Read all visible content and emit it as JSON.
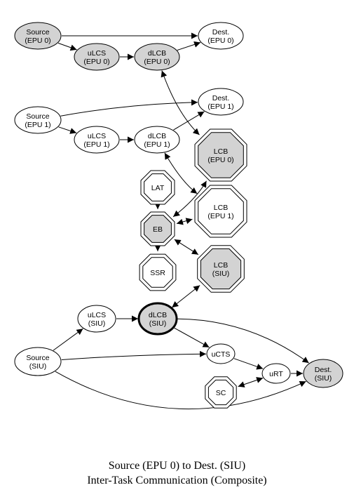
{
  "caption": {
    "line1": "Source (EPU 0) to Dest. (SIU)",
    "line2": "Inter-Task Communication (Composite)"
  },
  "nodes": [
    {
      "id": "src0",
      "lines": [
        "Source",
        "(EPU 0)"
      ],
      "shape": "ellipse",
      "fill": "#d3d3d3",
      "bold": false
    },
    {
      "id": "dst0",
      "lines": [
        "Dest.",
        "(EPU 0)"
      ],
      "shape": "ellipse",
      "fill": "#ffffff",
      "bold": false
    },
    {
      "id": "ulcs0",
      "lines": [
        "uLCS",
        "(EPU 0)"
      ],
      "shape": "ellipse",
      "fill": "#d3d3d3",
      "bold": false
    },
    {
      "id": "dlcb0",
      "lines": [
        "dLCB",
        "(EPU 0)"
      ],
      "shape": "ellipse",
      "fill": "#d3d3d3",
      "bold": false
    },
    {
      "id": "src1",
      "lines": [
        "Source",
        "(EPU 1)"
      ],
      "shape": "ellipse",
      "fill": "#ffffff",
      "bold": false
    },
    {
      "id": "dst1",
      "lines": [
        "Dest.",
        "(EPU 1)"
      ],
      "shape": "ellipse",
      "fill": "#ffffff",
      "bold": false
    },
    {
      "id": "ulcs1",
      "lines": [
        "uLCS",
        "(EPU 1)"
      ],
      "shape": "ellipse",
      "fill": "#ffffff",
      "bold": false
    },
    {
      "id": "dlcb1",
      "lines": [
        "dLCB",
        "(EPU 1)"
      ],
      "shape": "ellipse",
      "fill": "#ffffff",
      "bold": false
    },
    {
      "id": "lcb0",
      "lines": [
        "LCB",
        "(EPU 0)"
      ],
      "shape": "octagon",
      "fill": "#d3d3d3",
      "bold": false
    },
    {
      "id": "lat",
      "lines": [
        "LAT"
      ],
      "shape": "octagon",
      "fill": "#ffffff",
      "bold": false
    },
    {
      "id": "lcb1",
      "lines": [
        "LCB",
        "(EPU 1)"
      ],
      "shape": "octagon",
      "fill": "#ffffff",
      "bold": false
    },
    {
      "id": "eb",
      "lines": [
        "EB"
      ],
      "shape": "octagon",
      "fill": "#d3d3d3",
      "bold": false
    },
    {
      "id": "ssr",
      "lines": [
        "SSR"
      ],
      "shape": "octagon",
      "fill": "#ffffff",
      "bold": false
    },
    {
      "id": "lcbs",
      "lines": [
        "LCB",
        "(SIU)"
      ],
      "shape": "octagon",
      "fill": "#d3d3d3",
      "bold": false
    },
    {
      "id": "ulcss",
      "lines": [
        "uLCS",
        "(SIU)"
      ],
      "shape": "ellipse",
      "fill": "#ffffff",
      "bold": false
    },
    {
      "id": "dlcbs",
      "lines": [
        "dLCB",
        "(SIU)"
      ],
      "shape": "ellipse",
      "fill": "#d3d3d3",
      "bold": true
    },
    {
      "id": "srcs",
      "lines": [
        "Source",
        "(SIU)"
      ],
      "shape": "ellipse",
      "fill": "#ffffff",
      "bold": false
    },
    {
      "id": "ucts",
      "lines": [
        "uCTS"
      ],
      "shape": "ellipse",
      "fill": "#ffffff",
      "bold": false
    },
    {
      "id": "urt",
      "lines": [
        "uRT"
      ],
      "shape": "ellipse",
      "fill": "#ffffff",
      "bold": false
    },
    {
      "id": "sc",
      "lines": [
        "SC"
      ],
      "shape": "octagon",
      "fill": "#ffffff",
      "bold": false
    },
    {
      "id": "dsts",
      "lines": [
        "Dest.",
        "(SIU)"
      ],
      "shape": "ellipse",
      "fill": "#d3d3d3",
      "bold": false
    }
  ],
  "edges": [
    {
      "from": "src0",
      "to": "dst0",
      "dir": "forward"
    },
    {
      "from": "src0",
      "to": "ulcs0",
      "dir": "forward"
    },
    {
      "from": "ulcs0",
      "to": "dlcb0",
      "dir": "forward"
    },
    {
      "from": "dlcb0",
      "to": "dst0",
      "dir": "forward"
    },
    {
      "from": "dlcb0",
      "to": "lcb0",
      "dir": "both"
    },
    {
      "from": "src1",
      "to": "dst1",
      "dir": "forward"
    },
    {
      "from": "src1",
      "to": "ulcs1",
      "dir": "forward"
    },
    {
      "from": "ulcs1",
      "to": "dlcb1",
      "dir": "forward"
    },
    {
      "from": "dlcb1",
      "to": "dst1",
      "dir": "forward"
    },
    {
      "from": "dlcb1",
      "to": "lcb1",
      "dir": "both"
    },
    {
      "from": "lat",
      "to": "eb",
      "dir": "forward"
    },
    {
      "from": "eb",
      "to": "lcb0",
      "dir": "both"
    },
    {
      "from": "eb",
      "to": "lcb1",
      "dir": "both"
    },
    {
      "from": "eb",
      "to": "lcbs",
      "dir": "both"
    },
    {
      "from": "eb",
      "to": "ssr",
      "dir": "forward"
    },
    {
      "from": "dlcbs",
      "to": "lcbs",
      "dir": "both"
    },
    {
      "from": "ulcss",
      "to": "dlcbs",
      "dir": "forward"
    },
    {
      "from": "srcs",
      "to": "ulcss",
      "dir": "forward"
    },
    {
      "from": "srcs",
      "to": "ucts",
      "dir": "forward"
    },
    {
      "from": "dlcbs",
      "to": "ucts",
      "dir": "forward"
    },
    {
      "from": "dlcbs",
      "to": "dsts",
      "dir": "forward"
    },
    {
      "from": "ucts",
      "to": "urt",
      "dir": "forward"
    },
    {
      "from": "urt",
      "to": "dsts",
      "dir": "forward"
    },
    {
      "from": "sc",
      "to": "urt",
      "dir": "both"
    },
    {
      "from": "srcs",
      "to": "dsts",
      "dir": "forward"
    }
  ]
}
